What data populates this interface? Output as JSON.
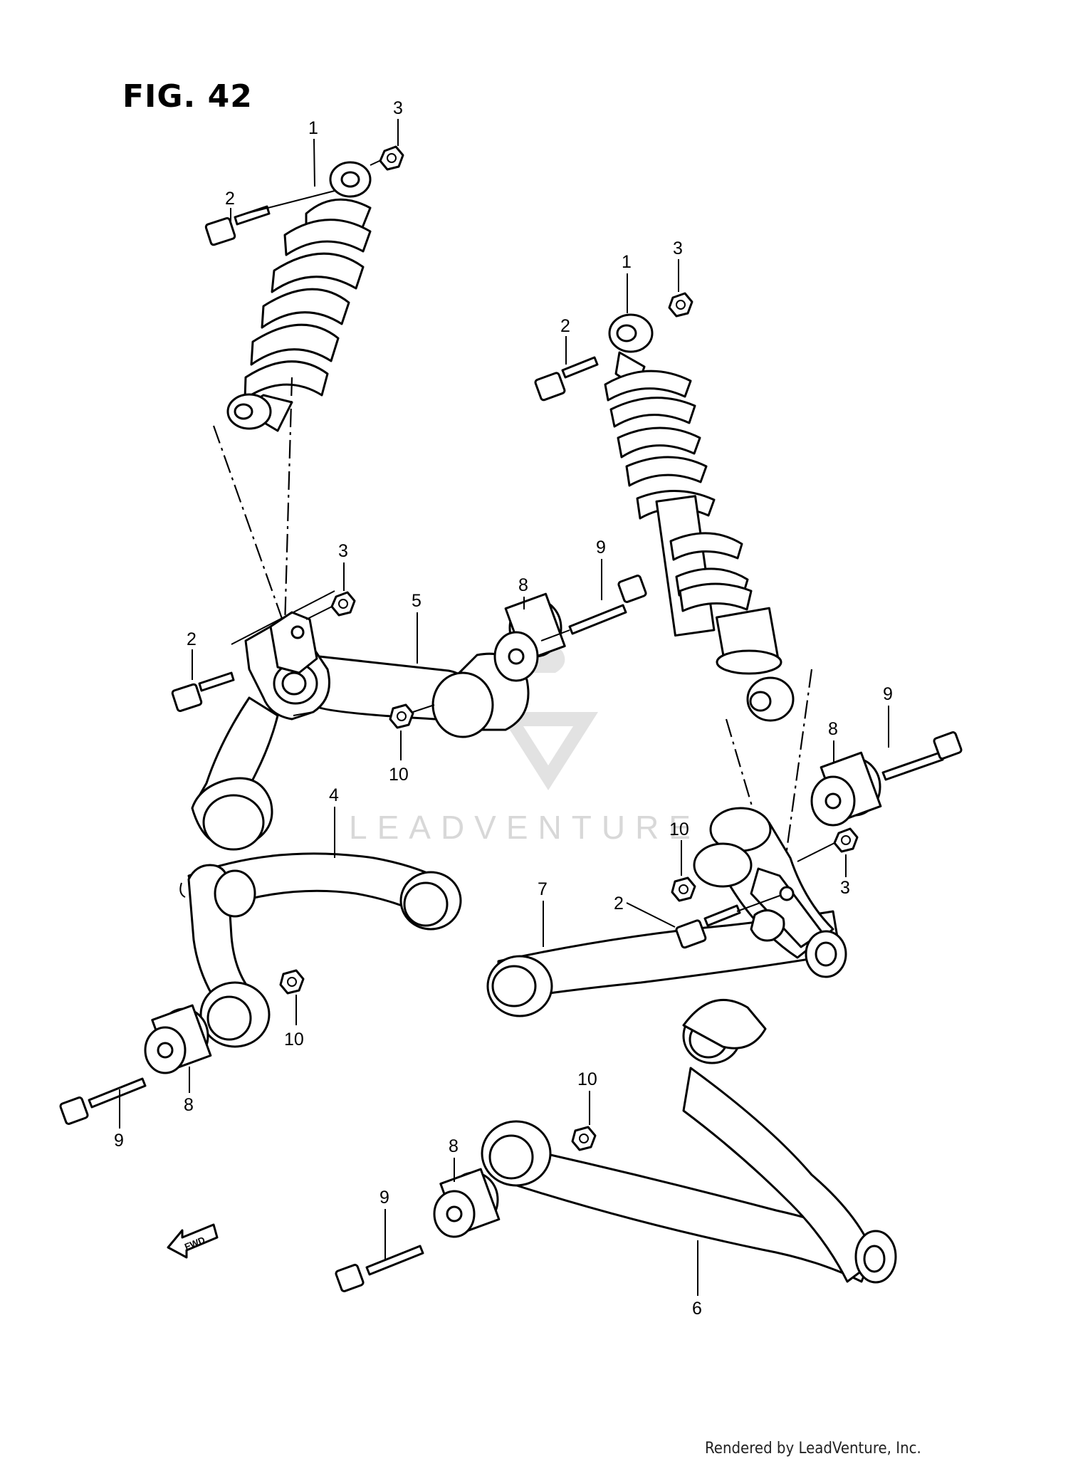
{
  "figure": {
    "title": "FIG. 42"
  },
  "watermark": {
    "text": "LEADVENTURE",
    "color": "#d6d6d6"
  },
  "footer": {
    "text": "Rendered by LeadVenture, Inc."
  },
  "fwd_arrow": {
    "text": "FWD"
  },
  "callouts": {
    "shock_left": "1",
    "shock_right": "1",
    "bolt_2_a": "2",
    "bolt_2_b": "2",
    "bolt_2_c": "2",
    "bolt_2_d": "2",
    "nut_3_a": "3",
    "nut_3_b": "3",
    "nut_3_c": "3",
    "nut_3_d": "3",
    "arm_4": "4",
    "arm_5": "5",
    "arm_6": "6",
    "arm_7": "7",
    "bush_8_a": "8",
    "bush_8_b": "8",
    "bush_8_c": "8",
    "bush_8_d": "8",
    "bolt_9_a": "9",
    "bolt_9_b": "9",
    "bolt_9_c": "9",
    "bolt_9_d": "9",
    "nut_10_a": "10",
    "nut_10_b": "10",
    "nut_10_c": "10",
    "nut_10_d": "10"
  }
}
